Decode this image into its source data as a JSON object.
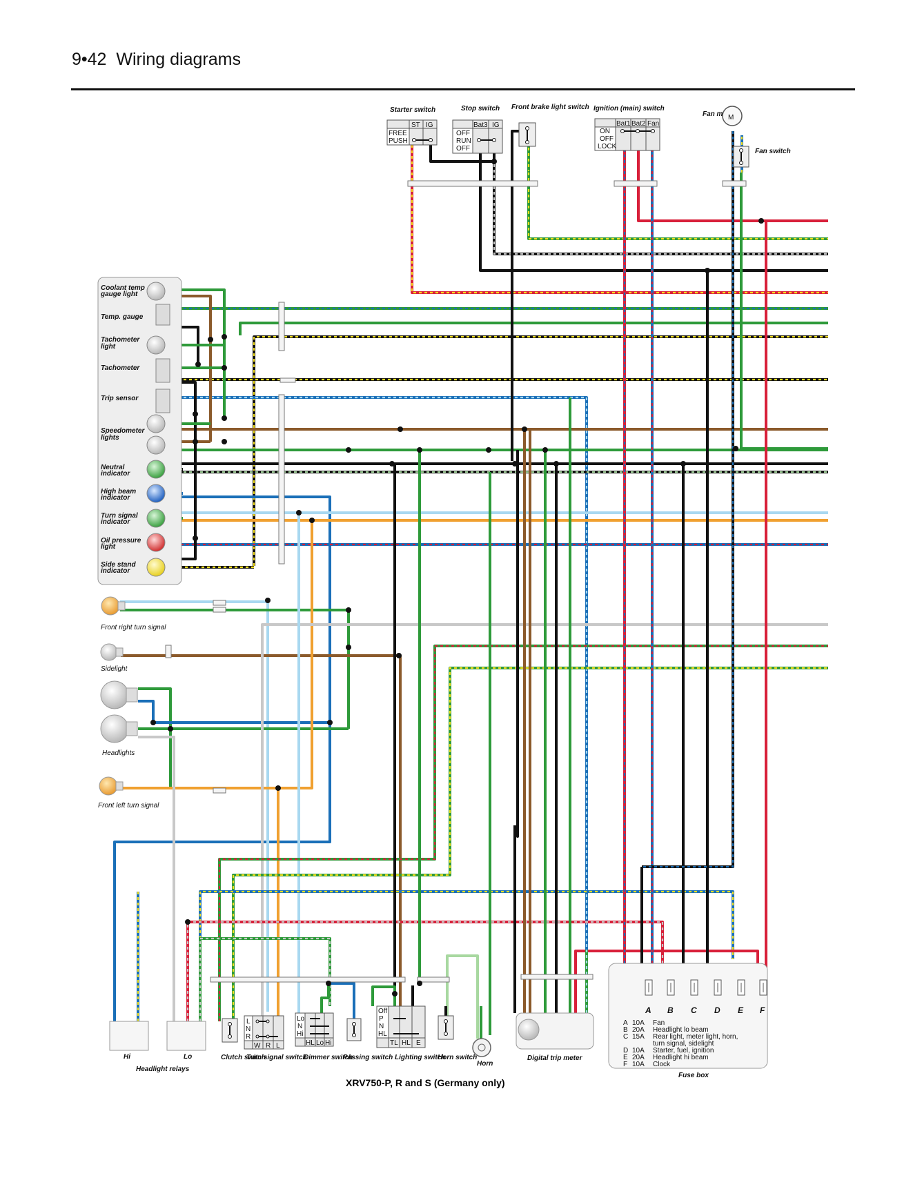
{
  "header": {
    "page_number": "9•42",
    "title": "Wiring diagrams"
  },
  "caption": "XRV750-P, R and S (Germany only)",
  "colors": {
    "green": "#2e9a3a",
    "brown": "#8b5a2b",
    "blue": "#1a6fb8",
    "black": "#111111",
    "red": "#d8203a",
    "orange": "#f0a030",
    "light_blue": "#a8d8f0",
    "yellow": "#f5e020",
    "grey": "#c8c8c8",
    "light_green": "#a8d8a0",
    "panel": "#eeeeee"
  },
  "components": {
    "starter_switch": {
      "label": "Starter switch",
      "cols": [
        "ST",
        "IG"
      ],
      "rows": [
        "FREE",
        "PUSH"
      ]
    },
    "stop_switch": {
      "label": "Stop switch",
      "cols": [
        "Bat3",
        "IG"
      ],
      "rows": [
        "OFF",
        "RUN",
        "OFF"
      ]
    },
    "front_brake_light_switch": {
      "label": "Front brake light switch"
    },
    "ignition_switch": {
      "label": "Ignition (main) switch",
      "cols": [
        "Bat1",
        "Bat2",
        "Fan"
      ],
      "rows": [
        "ON",
        "OFF",
        "LOCK"
      ]
    },
    "fan_motor": {
      "label": "Fan motor",
      "symbol": "M"
    },
    "fan_switch": {
      "label": "Fan switch"
    },
    "instrument_items": [
      "Coolant temp gauge light",
      "Temp. gauge",
      "Tachometer light",
      "Tachometer",
      "Trip sensor",
      "Speedometer lights",
      "Neutral indicator",
      "High beam indicator",
      "Turn signal indicator",
      "Oil pressure light",
      "Side stand indicator"
    ],
    "front_right_turn_signal": {
      "label": "Front right turn signal"
    },
    "sidelight": {
      "label": "Sidelight"
    },
    "headlights": {
      "label": "Headlights"
    },
    "front_left_turn_signal": {
      "label": "Front left turn signal"
    },
    "headlight_relays": {
      "label": "Headlight relays",
      "hi": "Hi",
      "lo": "Lo"
    },
    "clutch_switch": {
      "label": "Clutch switch"
    },
    "turn_signal_switch": {
      "label": "Turn signal switch",
      "rows": [
        "L",
        "N",
        "R"
      ],
      "cols": [
        "W",
        "R",
        "L"
      ]
    },
    "dimmer_switch": {
      "label": "Dimmer switch",
      "rows": [
        "Lo",
        "N",
        "Hi"
      ],
      "cols": [
        "HL",
        "Lo",
        "Hi"
      ]
    },
    "passing_switch": {
      "label": "Passing switch"
    },
    "lighting_switch": {
      "label": "Lighting switch",
      "rows": [
        "Off",
        "P",
        "N",
        "HL"
      ],
      "cols": [
        "TL",
        "HL",
        "E"
      ]
    },
    "horn_switch": {
      "label": "Horn switch"
    },
    "horn": {
      "label": "Horn"
    },
    "digital_trip_meter": {
      "label": "Digital trip meter"
    },
    "fuse_box": {
      "label": "Fuse box",
      "letters": [
        "A",
        "B",
        "C",
        "D",
        "E",
        "F"
      ],
      "fuses": [
        {
          "id": "A",
          "rating": "10A",
          "circuit": "Fan"
        },
        {
          "id": "B",
          "rating": "20A",
          "circuit": "Headlight lo beam"
        },
        {
          "id": "C",
          "rating": "15A",
          "circuit": "Rear light, meter light, horn, turn signal, sidelight"
        },
        {
          "id": "D",
          "rating": "10A",
          "circuit": "Starter, fuel, ignition"
        },
        {
          "id": "E",
          "rating": "20A",
          "circuit": "Headlight hi beam"
        },
        {
          "id": "F",
          "rating": "10A",
          "circuit": "Clock"
        }
      ]
    }
  }
}
